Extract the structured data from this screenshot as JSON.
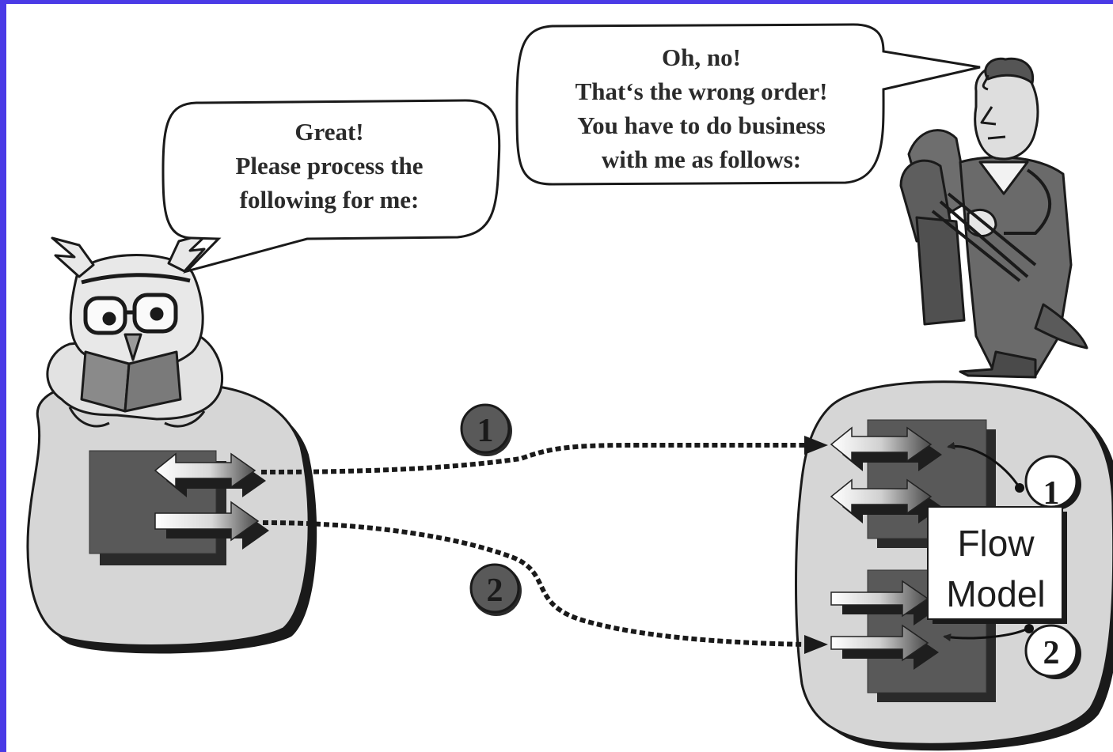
{
  "left_bubble": {
    "lines": [
      "Great!",
      "Please process the",
      "following for me:"
    ]
  },
  "right_bubble": {
    "lines": [
      "Oh, no!",
      "That‘s the wrong order!",
      "You have to do business",
      "with me as follows:"
    ]
  },
  "flow_model": {
    "lines": [
      "Flow",
      "Model"
    ]
  },
  "sequence_markers": {
    "wire_1": "1",
    "wire_2": "2",
    "model_1": "1",
    "model_2": "2"
  },
  "colors": {
    "frame_border": "#4a3ae6",
    "blob_fill": "#d6d6d6",
    "box_fill": "#595959",
    "box_shadow": "#2a2a2a",
    "text": "#2b2b2b"
  }
}
